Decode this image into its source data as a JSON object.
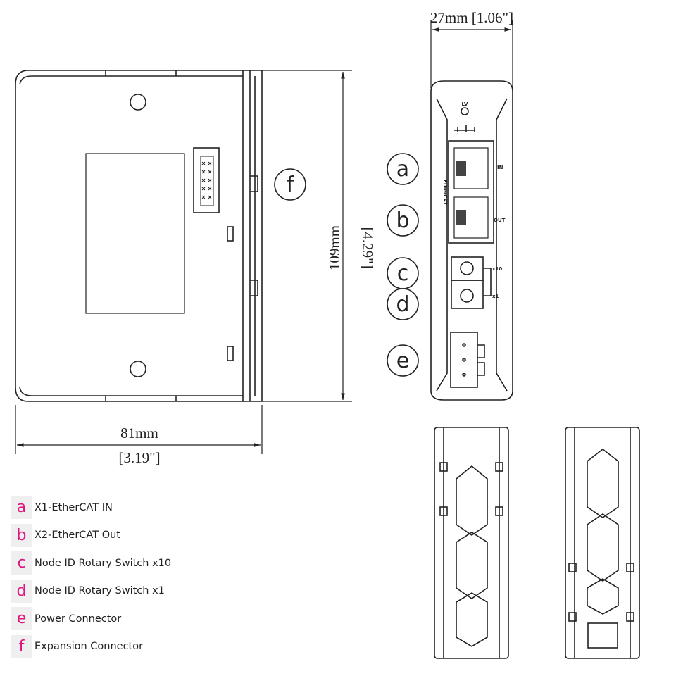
{
  "dimensions": {
    "width_front": "27mm [1.06\"]",
    "height_mm": "109mm",
    "height_in": "[4.29\"]",
    "depth_mm": "81mm",
    "depth_in": "[3.19\"]"
  },
  "callouts": [
    "a",
    "b",
    "c",
    "d",
    "e",
    "f"
  ],
  "panel_labels": {
    "lv": "LV",
    "in": "IN",
    "out": "OUT",
    "ethercat": "EtherCAT",
    "x10": "x10",
    "x1": "x1"
  },
  "legend": [
    {
      "key": "a",
      "label": "X1-EtherCAT IN"
    },
    {
      "key": "b",
      "label": "X2-EtherCAT Out"
    },
    {
      "key": "c",
      "label": "Node ID Rotary Switch x10"
    },
    {
      "key": "d",
      "label": "Node ID Rotary Switch x1"
    },
    {
      "key": "e",
      "label": "Power Connector"
    },
    {
      "key": "f",
      "label": "Expansion Connector"
    }
  ],
  "colors": {
    "accent": "#e0157f",
    "key_bg": "#efefef",
    "line": "#222222"
  }
}
